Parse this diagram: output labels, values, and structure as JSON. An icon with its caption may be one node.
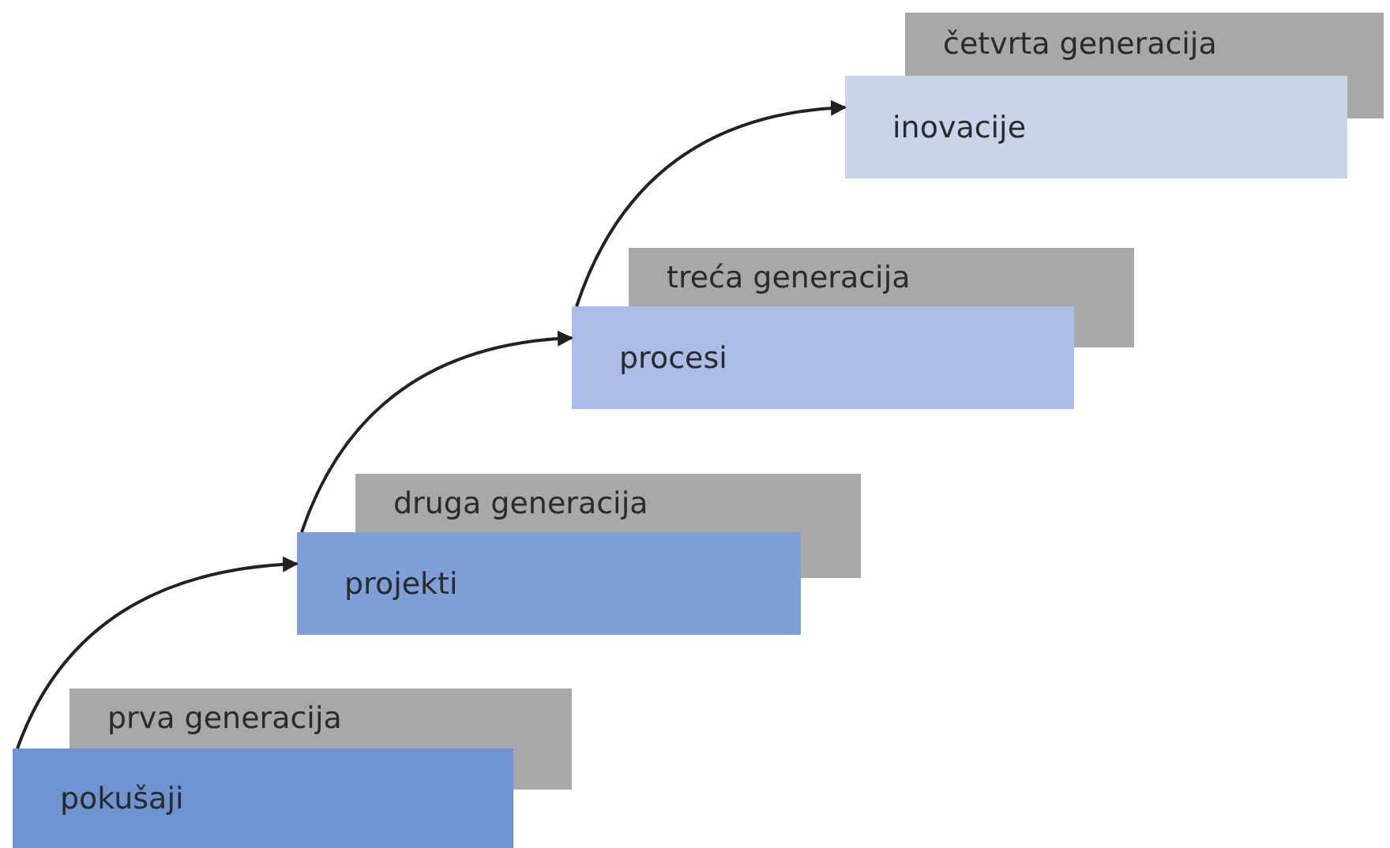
{
  "diagram": {
    "nodes": [
      {
        "text": [
          "prva generacija"
        ]
      },
      {
        "text": [
          "pokušaji"
        ]
      },
      {
        "text": [
          "druga generacija"
        ]
      },
      {
        "text": [
          "projekti"
        ]
      },
      {
        "text": [
          "treća generacija"
        ]
      },
      {
        "text": [
          "procesi"
        ]
      },
      {
        "text": [
          "četvrta generacija"
        ]
      },
      {
        "text": [
          "inovacije"
        ]
      }
    ],
    "edges": [
      {
        "from": 1,
        "to": 3,
        "arrow": "to"
      },
      {
        "from": 3,
        "to": 5,
        "arrow": "to"
      },
      {
        "from": 5,
        "to": 7,
        "arrow": "to"
      }
    ]
  }
}
